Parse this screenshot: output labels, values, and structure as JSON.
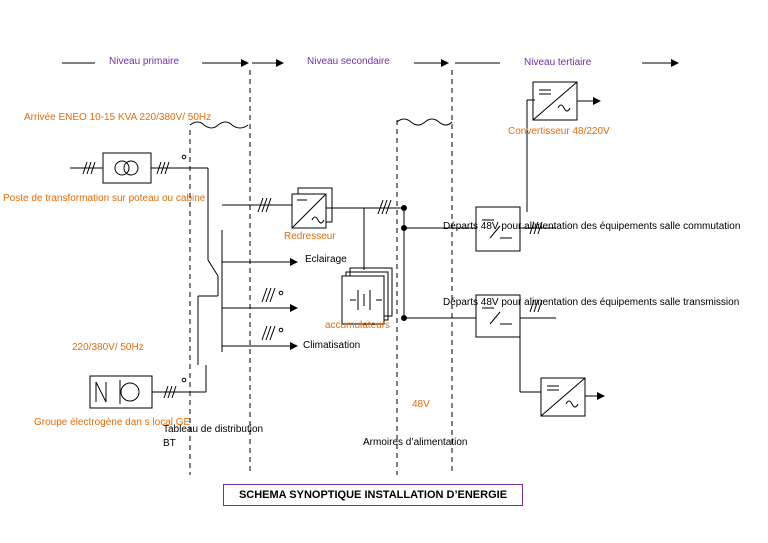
{
  "levels": {
    "primary": "Niveau primaire",
    "secondary": "Niveau secondaire",
    "tertiary": "Niveau tertiaire"
  },
  "labels": {
    "arrival": "Arrivée ENEO 10-15 KVA 220/380V/ 50Hz",
    "pole_transformer": "Poste de transformation sur poteau ou cabine",
    "voltage": "220/380V/ 50Hz",
    "generator": "Groupe électrogène dan s local GE",
    "distribution_board_line1": "Tableau de distribution",
    "distribution_board_line2": "BT",
    "rectifier": "Redresseur",
    "lighting": "Eclairage",
    "accumulators": "accumulateurs",
    "air_conditioning": "Climatisation",
    "v48": "48V",
    "power_cabinets": "Armoires d’alimentation",
    "converter": "Convertisseur 48/220V",
    "departure_switching": "Départs 48V pour alimentation des équipements salle commutation",
    "departure_transmission": "Départs 48V pour alimentation des équipements salle transmission"
  },
  "title": "SCHEMA SYNOPTIQUE INSTALLATION D’ENERGIE",
  "colors": {
    "orange": "#e36c0a",
    "purple": "#7030a0",
    "line": "#000000"
  }
}
